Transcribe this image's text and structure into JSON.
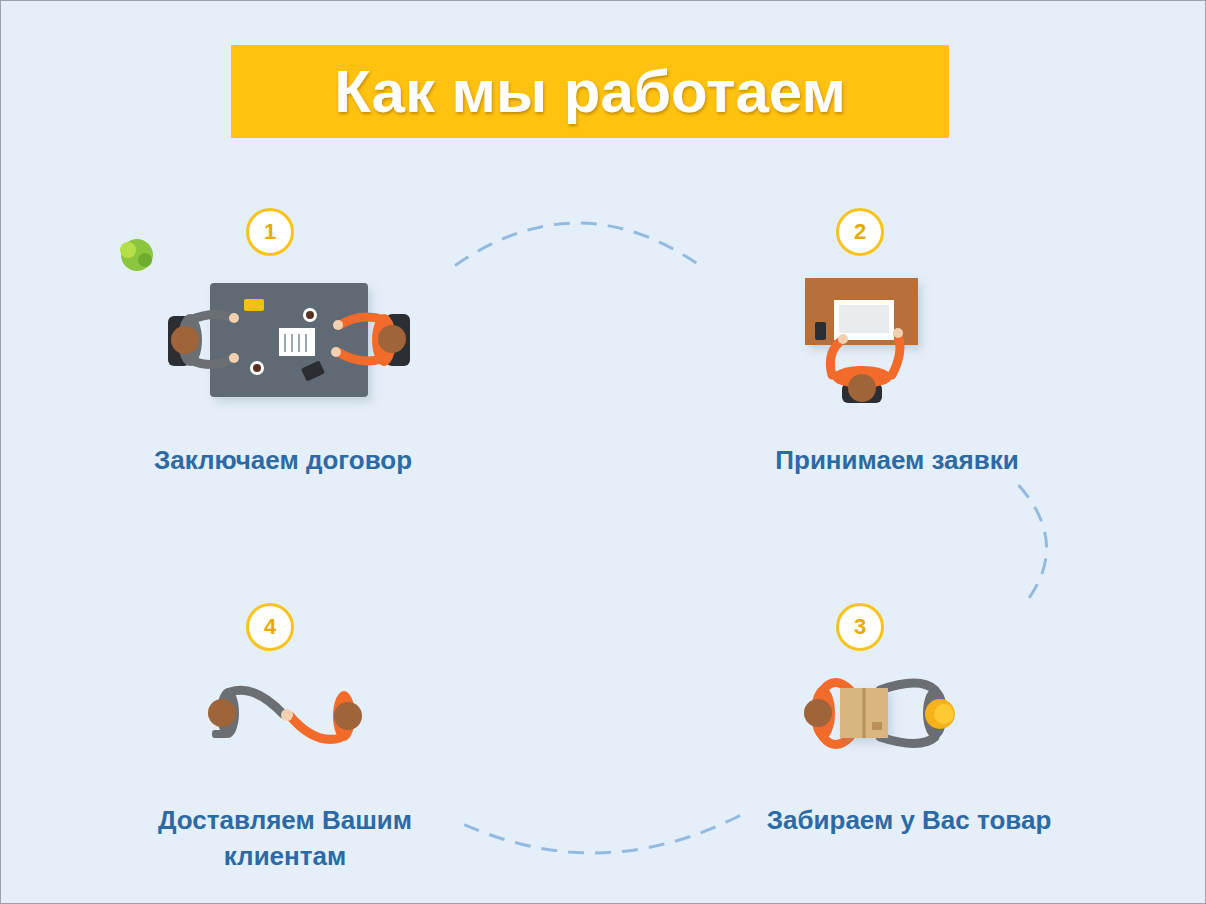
{
  "diagram": {
    "title": "Как мы работаем",
    "nodes": [
      {
        "text": [
          "1",
          "Заключаем договор"
        ]
      },
      {
        "text": [
          "2",
          "Принимаем заявки"
        ]
      },
      {
        "text": [
          "3",
          "Забираем у Вас товар"
        ]
      },
      {
        "text": [
          "4",
          "Доставляем Вашим клиентам"
        ]
      }
    ],
    "edges": [
      {
        "from": 0,
        "to": 1,
        "arrow": "none"
      },
      {
        "from": 1,
        "to": 2,
        "arrow": "none"
      },
      {
        "from": 2,
        "to": 3,
        "arrow": "none"
      }
    ]
  }
}
